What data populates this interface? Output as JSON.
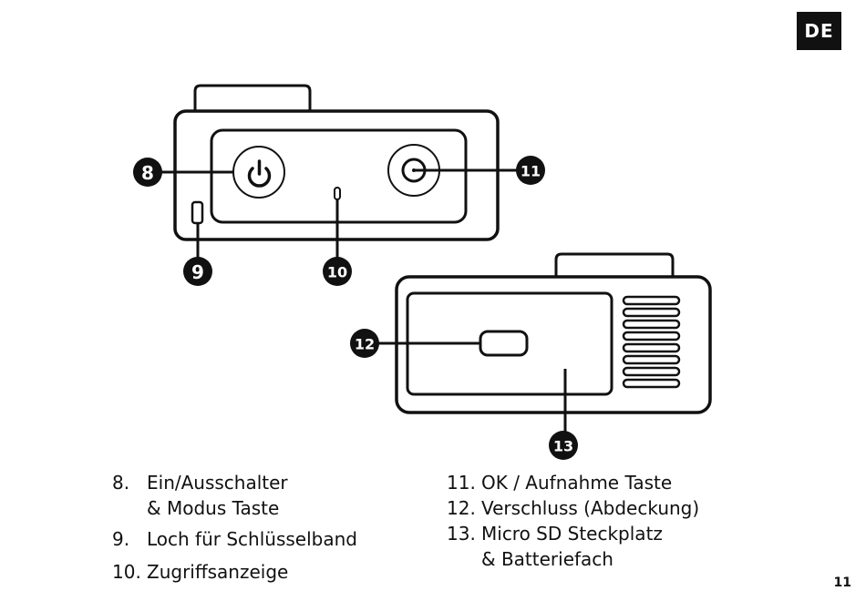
{
  "language_badge": "DE",
  "page_number": "11",
  "callouts": [
    "8",
    "9",
    "10",
    "11",
    "12",
    "13"
  ],
  "legend": {
    "left": [
      {
        "number": "8.",
        "line1": "Ein/Ausschalter",
        "line2": "& Modus Taste"
      },
      {
        "number": "9.",
        "line1": "Loch für Schlüsselband"
      },
      {
        "number": "10.",
        "line1": "Zugriffsanzeige"
      }
    ],
    "right": [
      {
        "number": "11.",
        "line1": "OK / Aufnahme Taste"
      },
      {
        "number": "12.",
        "line1": "Verschluss (Abdeckung)"
      },
      {
        "number": "13.",
        "line1": "Micro SD Steckplatz",
        "line2": "& Batteriefach"
      }
    ]
  }
}
